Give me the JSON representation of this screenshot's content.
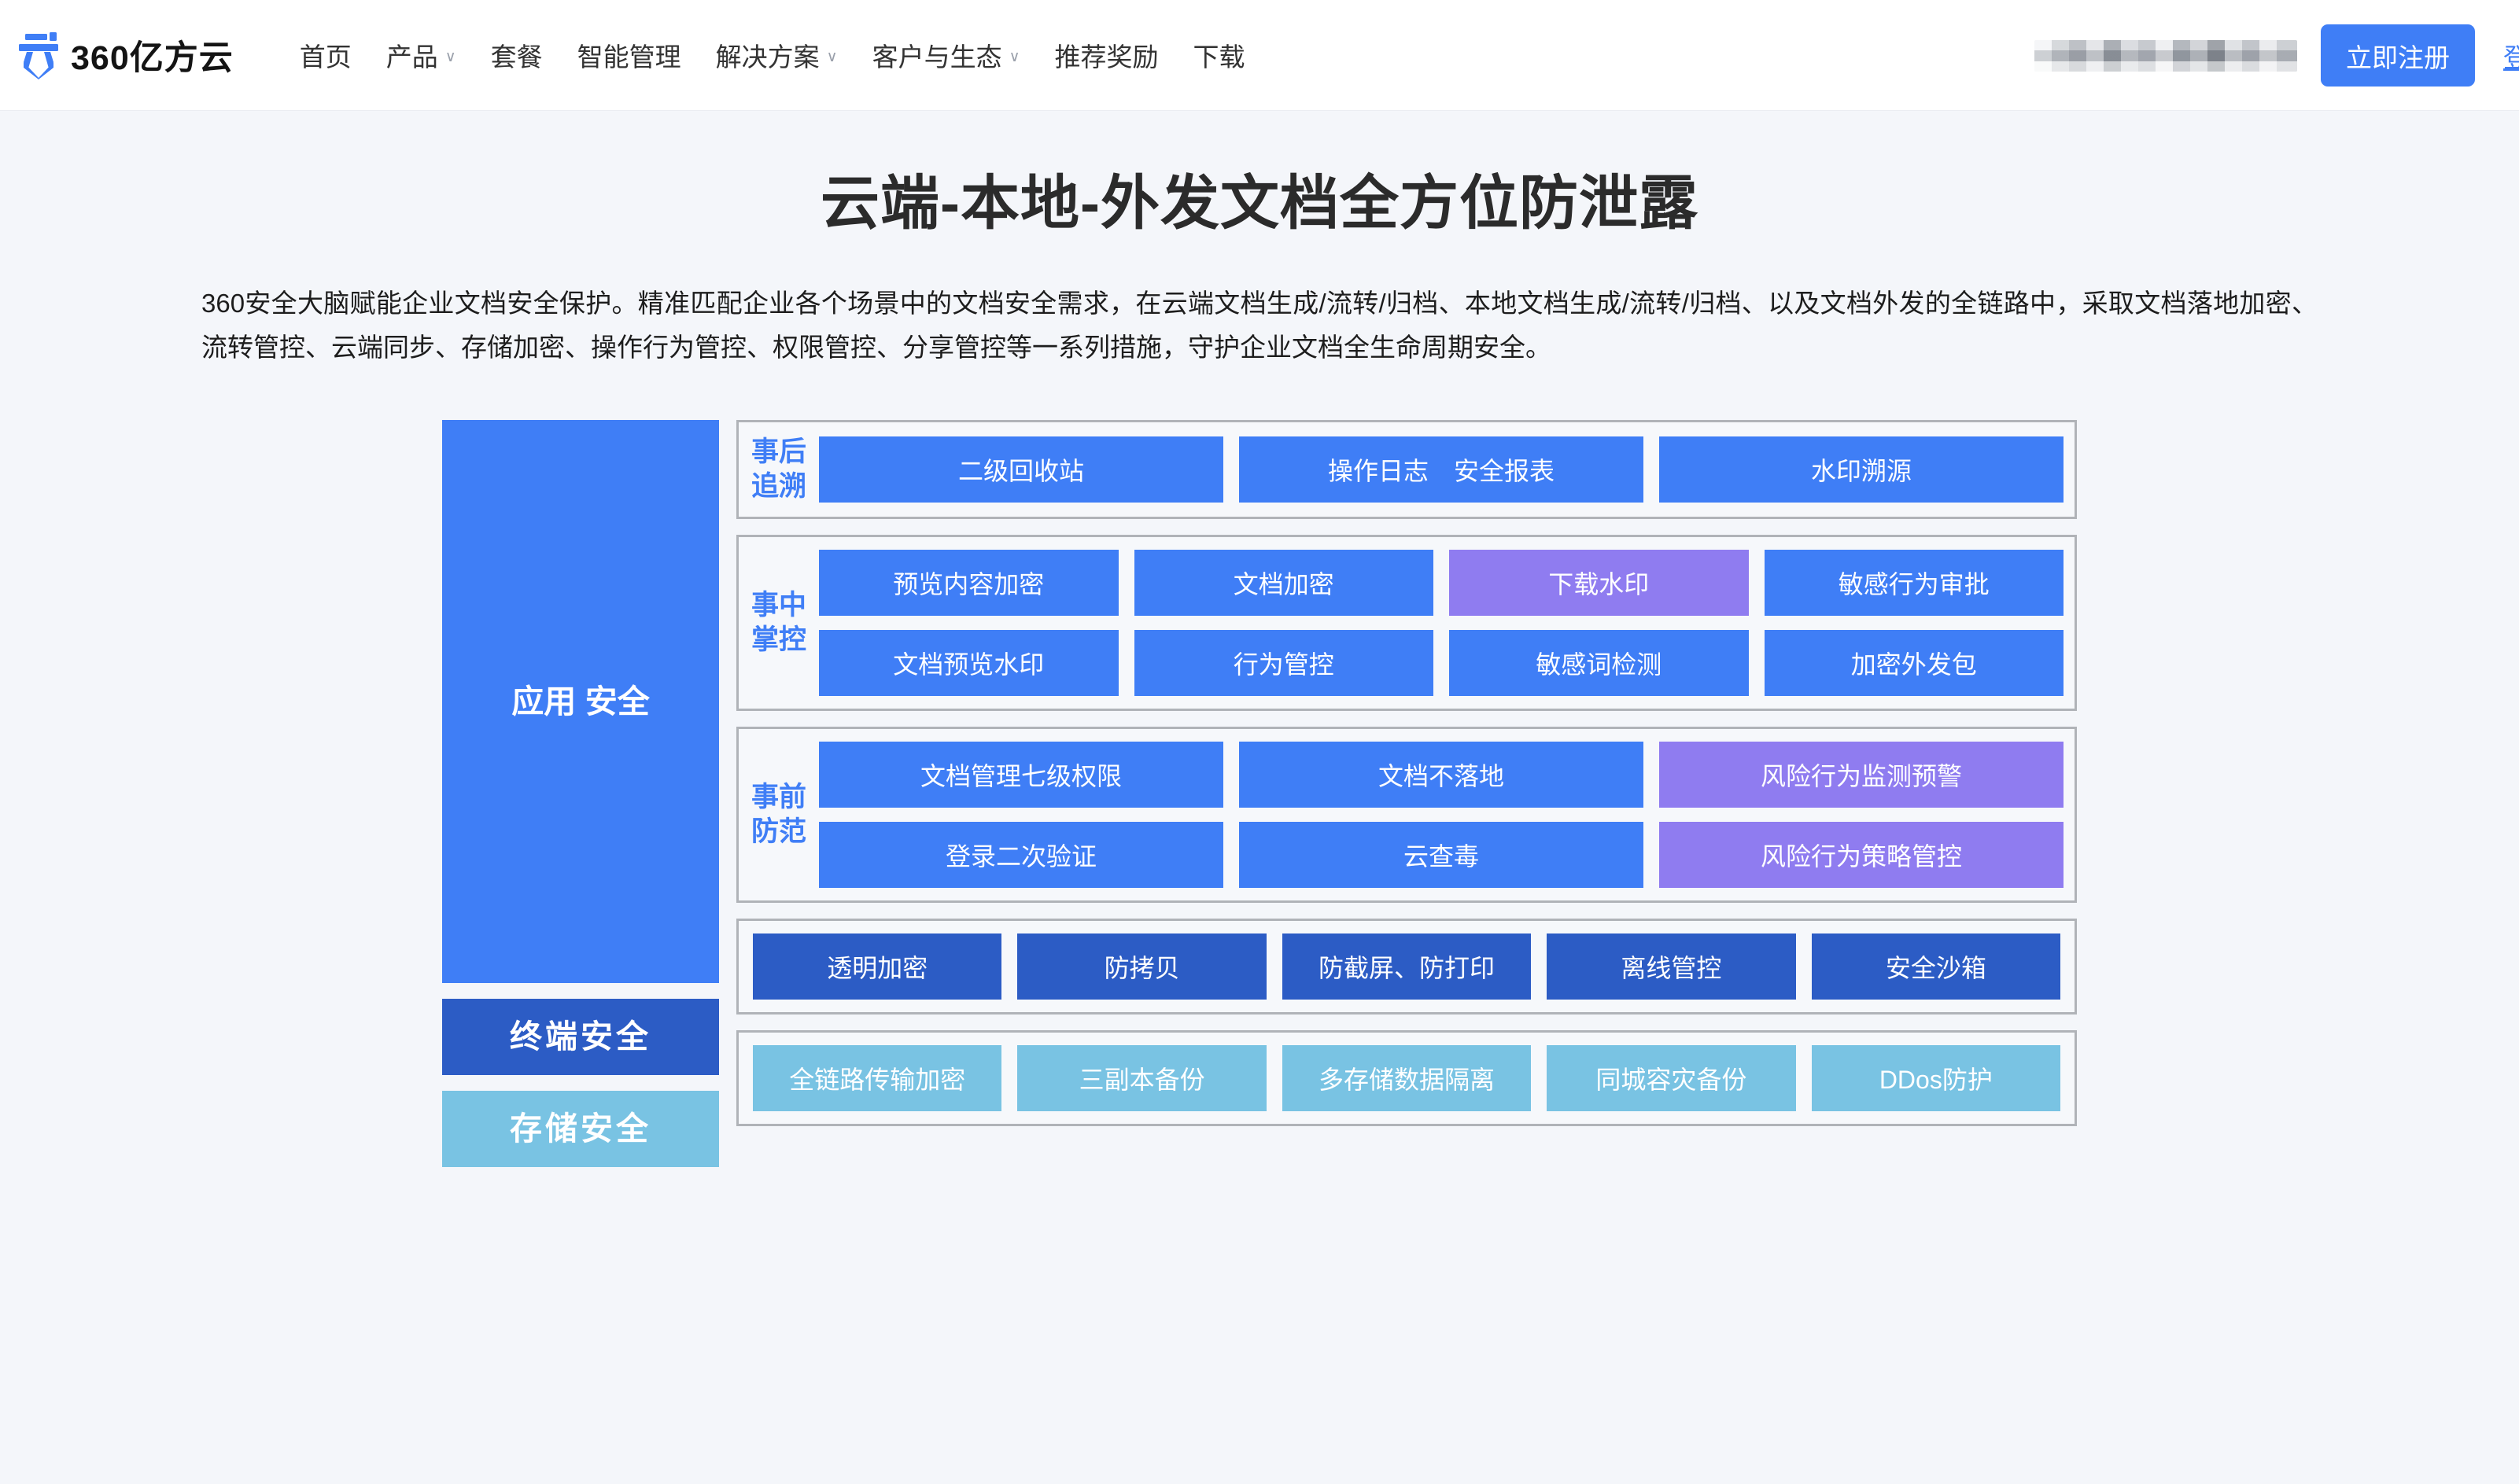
{
  "header": {
    "brand_name": "360亿方云",
    "logo_icon": "yifangyun-logo-icon",
    "nav": [
      {
        "label": "首页",
        "has_caret": false
      },
      {
        "label": "产品",
        "has_caret": true
      },
      {
        "label": "套餐",
        "has_caret": false
      },
      {
        "label": "智能管理",
        "has_caret": false
      },
      {
        "label": "解决方案",
        "has_caret": true
      },
      {
        "label": "客户与生态",
        "has_caret": true
      },
      {
        "label": "推荐奖励",
        "has_caret": false
      },
      {
        "label": "下载",
        "has_caret": false
      }
    ],
    "redacted_note": "",
    "register_label": "立即注册",
    "login_label": "登录",
    "caret_glyph": "∨"
  },
  "hero": {
    "title": "云端-本地-外发文档全方位防泄露",
    "description": "360安全大脑赋能企业文档安全保护。精准匹配企业各个场景中的文档安全需求，在云端文档生成/流转/归档、本地文档生成/流转/归档、以及文档外发的全链路中，采取文档落地加密、流转管控、云端同步、存储加密、操作行为管控、权限管控、分享管控等一系列措施，守护企业文档全生命周期安全。"
  },
  "colors": {
    "primary_blue": "#3f7ef6",
    "dark_blue": "#2c5cc5",
    "light_blue": "#79c3e3",
    "purple": "#8f7cf0",
    "page_bg": "#f4f6fa",
    "group_border": "#b0b3b8"
  },
  "diagram": {
    "layers": [
      {
        "label": "应用\n安全",
        "style": "app"
      },
      {
        "label": "终端安全",
        "style": "terminal"
      },
      {
        "label": "存储安全",
        "style": "storage"
      }
    ],
    "groups": [
      {
        "title": "事后\n追溯",
        "rows": [
          [
            {
              "label": "二级回收站",
              "color": "blue"
            },
            {
              "label": "操作日志　安全报表",
              "color": "blue"
            },
            {
              "label": "水印溯源",
              "color": "blue"
            }
          ]
        ]
      },
      {
        "title": "事中\n掌控",
        "rows": [
          [
            {
              "label": "预览内容加密",
              "color": "blue"
            },
            {
              "label": "文档加密",
              "color": "blue"
            },
            {
              "label": "下载水印",
              "color": "purple"
            },
            {
              "label": "敏感行为审批",
              "color": "blue"
            }
          ],
          [
            {
              "label": "文档预览水印",
              "color": "blue"
            },
            {
              "label": "行为管控",
              "color": "blue"
            },
            {
              "label": "敏感词检测",
              "color": "blue"
            },
            {
              "label": "加密外发包",
              "color": "blue"
            }
          ]
        ]
      },
      {
        "title": "事前\n防范",
        "rows": [
          [
            {
              "label": "文档管理七级权限",
              "color": "blue"
            },
            {
              "label": "文档不落地",
              "color": "blue"
            },
            {
              "label": "风险行为监测预警",
              "color": "purple"
            }
          ],
          [
            {
              "label": "登录二次验证",
              "color": "blue"
            },
            {
              "label": "云查毒",
              "color": "blue"
            },
            {
              "label": "风险行为策略管控",
              "color": "purple"
            }
          ]
        ]
      },
      {
        "title": "",
        "rows": [
          [
            {
              "label": "透明加密",
              "color": "darkblue"
            },
            {
              "label": "防拷贝",
              "color": "darkblue"
            },
            {
              "label": "防截屏、防打印",
              "color": "darkblue"
            },
            {
              "label": "离线管控",
              "color": "darkblue"
            },
            {
              "label": "安全沙箱",
              "color": "darkblue"
            }
          ]
        ]
      },
      {
        "title": "",
        "rows": [
          [
            {
              "label": "全链路传输加密",
              "color": "lightblue"
            },
            {
              "label": "三副本备份",
              "color": "lightblue"
            },
            {
              "label": "多存储数据隔离",
              "color": "lightblue"
            },
            {
              "label": "同城容灾备份",
              "color": "lightblue"
            },
            {
              "label": "DDos防护",
              "color": "lightblue"
            }
          ]
        ]
      }
    ]
  }
}
